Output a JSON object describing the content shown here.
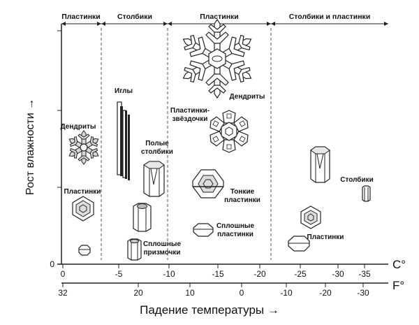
{
  "header": {
    "regions": [
      "Пластинки",
      "Столбики",
      "Пластинки",
      "Столбики и пластинки"
    ]
  },
  "y_axis": {
    "label": "Рост влажности →",
    "zero": "0"
  },
  "x_axis": {
    "label": "Падение температуры →",
    "celsius_unit": "C°",
    "fahrenheit_unit": "F°",
    "celsius_ticks": [
      "0",
      "-5",
      "-10",
      "-15",
      "-20",
      "-25",
      "-30",
      "-35"
    ],
    "fahrenheit_ticks": [
      "32",
      "20",
      "10",
      "0",
      "-10",
      "-20",
      "-30"
    ]
  },
  "crystals": {
    "dendrites_left": "Дендриты",
    "plates_left": "Пластинки",
    "needles": "Иглы",
    "hollow_columns": "Полые\nстолбики",
    "solid_prisms": "Сплошные\nпризмочки",
    "dendrites_top": "Дендриты",
    "star_plates": "Пластинки-\nзвёздочки",
    "thin_plates": "Тонкие\nпластинки",
    "solid_plates": "Сплошные\nпластинки",
    "columns_right": "Столбики",
    "plates_right": "Пластинки"
  },
  "icons": [
    "snowflake-icon",
    "hex-plate-icon",
    "column-icon",
    "needle-icon"
  ]
}
